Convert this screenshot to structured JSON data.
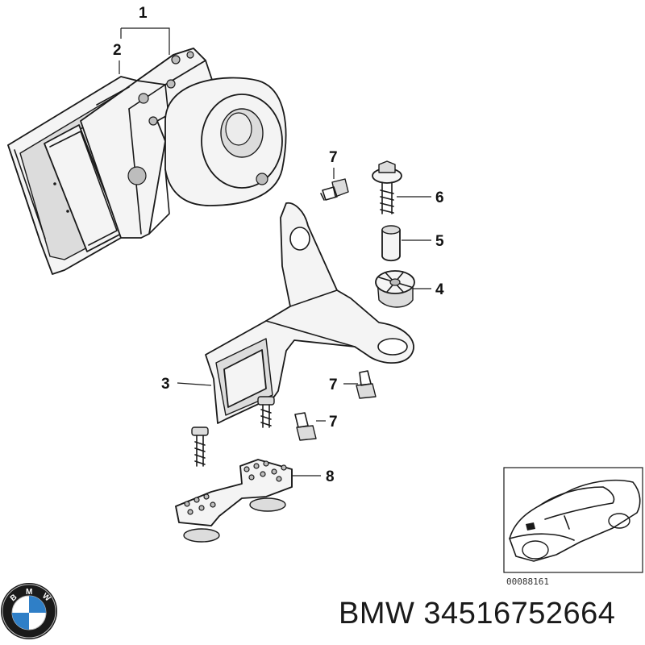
{
  "callouts": {
    "c1": "1",
    "c2": "2",
    "c3": "3",
    "c4": "4",
    "c5": "5",
    "c6": "6",
    "c7a": "7",
    "c7b": "7",
    "c7c": "7",
    "c8": "8"
  },
  "inset": {
    "drawing_number": "00088161"
  },
  "brand": {
    "logo_letters": "BMW",
    "part_number_text": "BMW 34516752664"
  },
  "colors": {
    "line": "#1a1a1a",
    "background": "#ffffff",
    "logo_blue": "#2f7fc7"
  },
  "icons": [
    "bmw-logo-icon"
  ]
}
